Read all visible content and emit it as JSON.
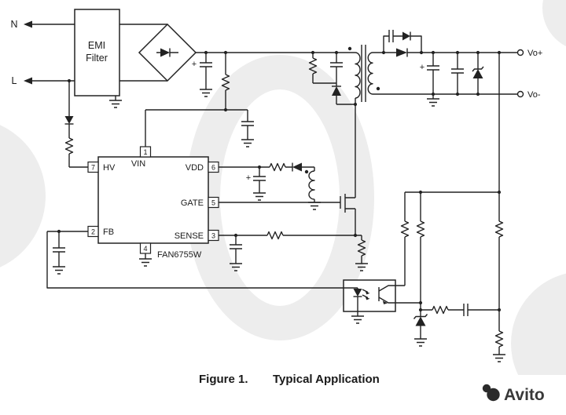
{
  "schematic": {
    "input": {
      "n": "N",
      "l": "L"
    },
    "emi_filter": {
      "line1": "EMI",
      "line2": "Filter"
    },
    "ic": {
      "name": "FAN6755W",
      "pins": {
        "vin": {
          "num": "1",
          "label": "VIN"
        },
        "hv": {
          "num": "7",
          "label": "HV"
        },
        "fb": {
          "num": "2",
          "label": "FB"
        },
        "vdd": {
          "num": "6",
          "label": "VDD"
        },
        "gate": {
          "num": "5",
          "label": "GATE"
        },
        "sense": {
          "num": "3",
          "label": "SENSE"
        },
        "gnd": {
          "num": "4"
        }
      }
    },
    "outputs": {
      "positive": "Vo+",
      "negative": "Vo-"
    },
    "polarity_plus": "+"
  },
  "caption": {
    "label": "Figure 1.",
    "title": "Typical Application"
  },
  "watermark": {
    "brand": "Avito"
  },
  "colors": {
    "line": "#222222",
    "watermark_gray": "#ededed",
    "brand_dark": "#383838"
  }
}
